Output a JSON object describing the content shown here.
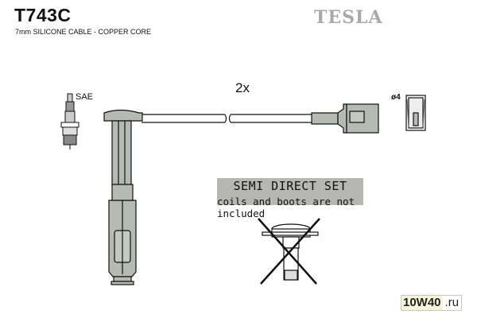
{
  "header": {
    "part_number": "T743C",
    "subtitle": "7mm SILICONE CABLE - COPPER CORE",
    "brand": "TESLA"
  },
  "diagram": {
    "quantity_label": "2x",
    "spark_plug_label": "SAE",
    "terminal_label": "ø4",
    "note": {
      "title": "SEMI DIRECT SET",
      "line1": "coils and boots are not",
      "line2": "included"
    },
    "colors": {
      "part_fill": "#b6bab2",
      "outline": "#111111",
      "note_bg": "#b6b6b2",
      "brand": "#a9a9a9"
    }
  },
  "watermark": {
    "main": "10W40",
    "tld": ".ru"
  }
}
